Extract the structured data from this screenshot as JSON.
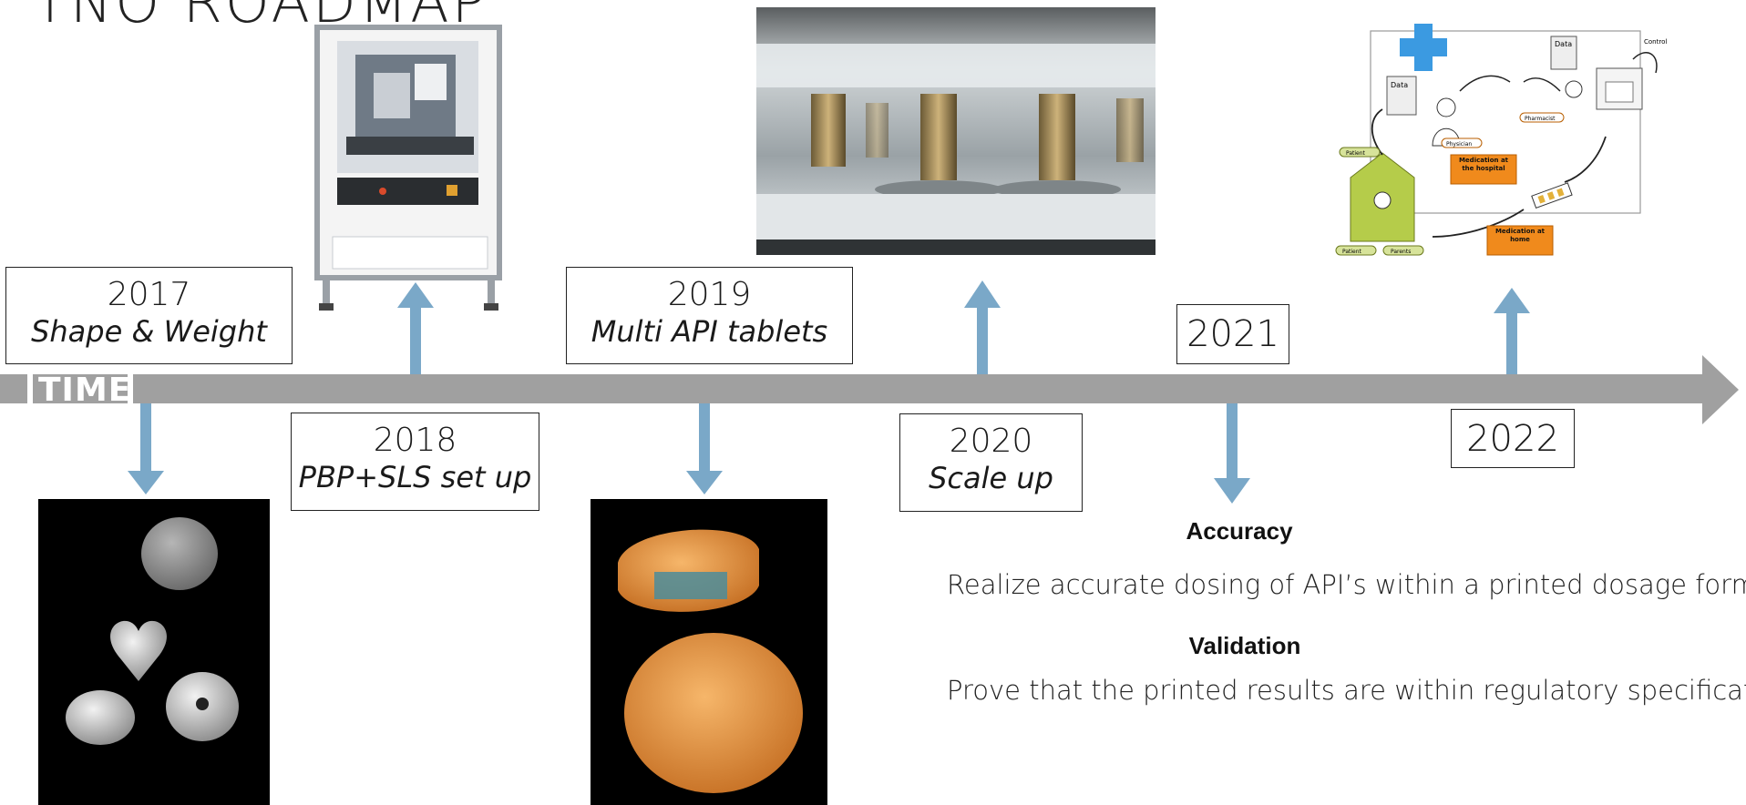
{
  "title": "TNO ROADMAP",
  "timeline_label": "TIME",
  "milestones": [
    {
      "year": "2017",
      "subtitle": "Shape & Weight"
    },
    {
      "year": "2018",
      "subtitle": "PBP+SLS set up"
    },
    {
      "year": "2019",
      "subtitle": "Multi API tablets"
    },
    {
      "year": "2020",
      "subtitle": "Scale up"
    },
    {
      "year": "2021"
    },
    {
      "year": "2022"
    }
  ],
  "goals": {
    "accuracy": {
      "heading": "Accuracy",
      "text": "Realize accurate dosing of API’s within a printed dosage form"
    },
    "validation": {
      "heading": "Validation",
      "text": "Prove that the printed results are within regulatory specification"
    }
  },
  "diagram": {
    "data_label_1": "Data",
    "data_label_2": "Data",
    "control_label": "Control",
    "pharmacist": "Pharmacist",
    "physician": "Physician",
    "patient_1": "Patient",
    "patient_2": "Patient",
    "parents": "Parents",
    "medication_hospital": "Medication at the hospital",
    "medication_home": "Medication at home"
  },
  "colors": {
    "arrow_blue": "#7aa8c8",
    "timeline_gray": "#a0a0a0",
    "orange": "#f08a1c",
    "green": "#b5cc4a",
    "cross_blue": "#3b9ae1"
  }
}
